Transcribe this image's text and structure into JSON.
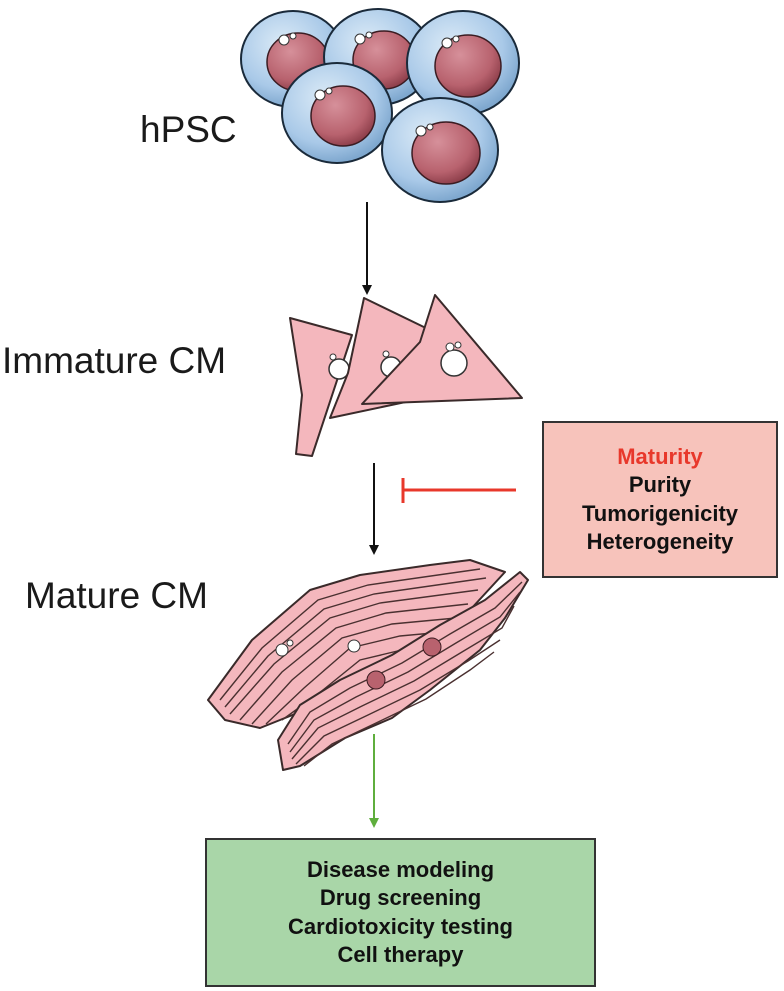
{
  "stages": {
    "hpsc": "hPSC",
    "immature": "Immature CM",
    "mature": "Mature CM"
  },
  "challenges": {
    "items": [
      "Maturity",
      "Purity",
      "Tumorigenicity",
      "Heterogeneity"
    ],
    "highlight_color": "#e8382b"
  },
  "applications": {
    "items": [
      "Disease modeling",
      "Drug screening",
      "Cardiotoxicity testing",
      "Cell therapy"
    ]
  },
  "colors": {
    "stem_cell_outer": "#a9c9e8",
    "stem_cell_nucleus": "#b8626e",
    "cardiomyocyte": "#f4b7bd",
    "inhibition": "#e8382b",
    "application_arrow": "#5fae3d",
    "challenges_fill": "#f7c3bb",
    "applications_fill": "#a9d6a8"
  }
}
